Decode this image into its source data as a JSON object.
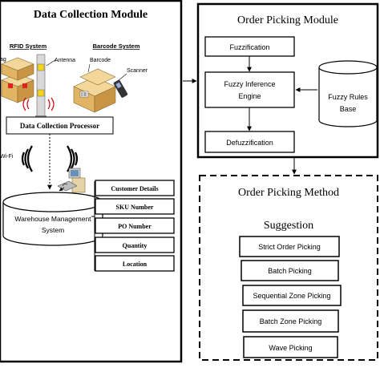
{
  "data_collection": {
    "title": "Data Collection Module",
    "rfid_system": "RFID System",
    "barcode_system": "Barcode System",
    "antenna": "Antenna",
    "barcode": "Barcode",
    "scanner": "Scanner",
    "rfid_left": "ag",
    "processor": "Data Collection Processor",
    "wifi": "Wi-Fi",
    "wms_line1": "Warehouse Management",
    "wms_line2": "System",
    "fields": [
      "Customer Details",
      "SKU Number",
      "PO Number",
      "Quantity",
      "Location"
    ]
  },
  "order_picking": {
    "title": "Order Picking Module",
    "fuzzification": "Fuzzification",
    "inference_line1": "Fuzzy Inference",
    "inference_line2": "Engine",
    "defuzzification": "Defuzzification",
    "rules_line1": "Fuzzy Rules",
    "rules_line2": "Base"
  },
  "method": {
    "title_line1": "Order Picking Method",
    "title_line2": "Suggestion",
    "options": [
      "Strict Order Picking",
      "Batch Picking",
      "Sequential Zone Picking",
      "Batch Zone Picking",
      "Wave Picking"
    ]
  },
  "colors": {
    "border": "#000000",
    "rfid_label": "#cc0000",
    "box_fill": "#e8c07a",
    "antenna_tag": "#f2d21a",
    "background": "#ffffff"
  }
}
